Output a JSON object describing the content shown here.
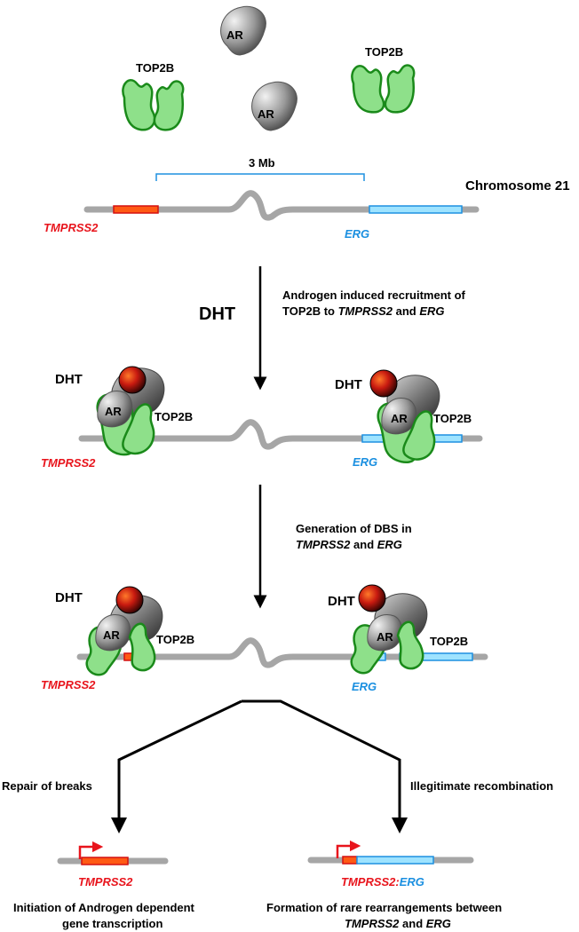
{
  "proteins": {
    "ar": "AR",
    "top2b": "TOP2B",
    "dht": "DHT"
  },
  "genes": {
    "tmprss2": "TMPRSS2",
    "erg": "ERG",
    "fusion_left": "TMPRSS2",
    "fusion_sep": ":",
    "fusion_right": "ERG"
  },
  "chromosome": {
    "name": "Chromosome 21",
    "distance": "3 Mb"
  },
  "step1": {
    "trigger": "DHT",
    "caption_line1": "Androgen induced recruitment of",
    "caption_line2_prefix": "TOP2B to ",
    "caption_line2_gene1": "TMPRSS2",
    "caption_line2_mid": " and ",
    "caption_line2_gene2": "ERG"
  },
  "step2": {
    "caption_line1": "Generation of DBS in",
    "caption_line2_gene1": "TMPRSS2",
    "caption_line2_mid": " and ",
    "caption_line2_gene2": "ERG"
  },
  "outcomes": {
    "left_label": "Repair of breaks",
    "right_label": "Illegitimate recombination",
    "left_result_line1": "Initiation of Androgen dependent",
    "left_result_line2": "gene transcription",
    "right_result_line1": "Formation of rare rearrangements between",
    "right_result_gene1": "TMPRSS2",
    "right_result_mid": " and ",
    "right_result_gene2": "ERG"
  },
  "colors": {
    "dna": "#a6a6a6",
    "tmprss2_fill": "#ff5a14",
    "tmprss2_stroke": "#d41010",
    "erg_fill": "#9ee3ff",
    "erg_stroke": "#1e90e0",
    "top2b_fill": "#8ee08a",
    "top2b_stroke": "#1a8a1a",
    "gene_red": "#e8141c",
    "gene_blue": "#1a8fe0"
  }
}
